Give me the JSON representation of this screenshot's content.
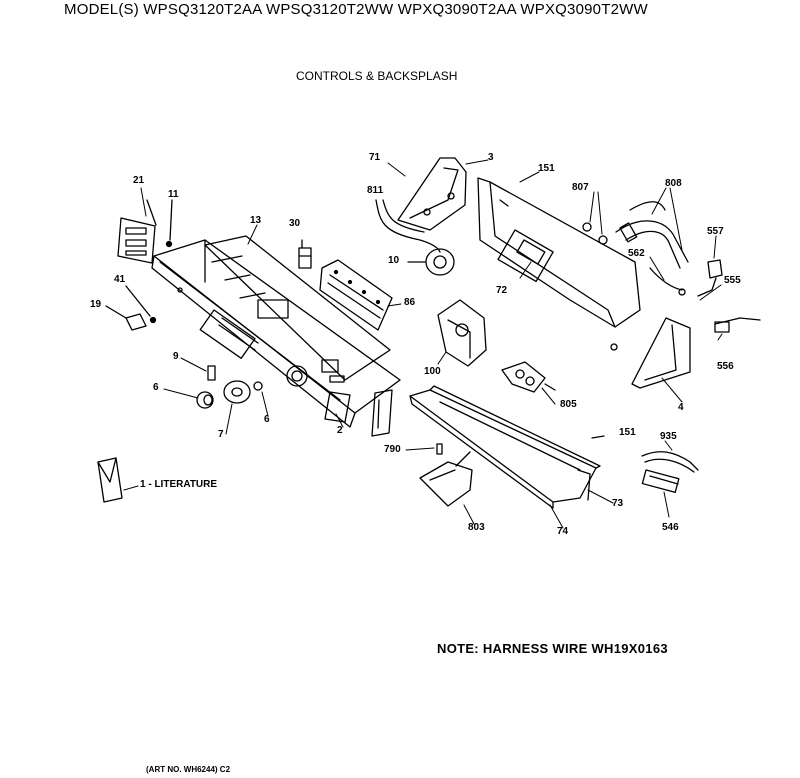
{
  "header": {
    "models": "MODEL(S) WPSQ3120T2AA  WPSQ3120T2WW  WPXQ3090T2AA  WPXQ3090T2WW",
    "section": "CONTROLS & BACKSPLASH"
  },
  "footer": {
    "note": "NOTE: HARNESS WIRE WH19X0163",
    "art_no": "(ART NO. WH6244)  C2"
  },
  "callouts": [
    {
      "id": "71",
      "text": "71"
    },
    {
      "id": "3",
      "text": "3"
    },
    {
      "id": "151a",
      "text": "151"
    },
    {
      "id": "807",
      "text": "807"
    },
    {
      "id": "808",
      "text": "808"
    },
    {
      "id": "811",
      "text": "811"
    },
    {
      "id": "21",
      "text": "21"
    },
    {
      "id": "11",
      "text": "11"
    },
    {
      "id": "13",
      "text": "13"
    },
    {
      "id": "30",
      "text": "30"
    },
    {
      "id": "10",
      "text": "10"
    },
    {
      "id": "557",
      "text": "557"
    },
    {
      "id": "562",
      "text": "562"
    },
    {
      "id": "72",
      "text": "72"
    },
    {
      "id": "555",
      "text": "555"
    },
    {
      "id": "41",
      "text": "41"
    },
    {
      "id": "86",
      "text": "86"
    },
    {
      "id": "19",
      "text": "19"
    },
    {
      "id": "556",
      "text": "556"
    },
    {
      "id": "9",
      "text": "9"
    },
    {
      "id": "100",
      "text": "100"
    },
    {
      "id": "6a",
      "text": "6"
    },
    {
      "id": "805",
      "text": "805"
    },
    {
      "id": "4",
      "text": "4"
    },
    {
      "id": "6b",
      "text": "6"
    },
    {
      "id": "7",
      "text": "7"
    },
    {
      "id": "2",
      "text": "2"
    },
    {
      "id": "151b",
      "text": "151"
    },
    {
      "id": "935",
      "text": "935"
    },
    {
      "id": "790",
      "text": "790"
    },
    {
      "id": "1",
      "text": "1 - LITERATURE"
    },
    {
      "id": "73",
      "text": "73"
    },
    {
      "id": "803",
      "text": "803"
    },
    {
      "id": "74",
      "text": "74"
    },
    {
      "id": "546",
      "text": "546"
    }
  ]
}
